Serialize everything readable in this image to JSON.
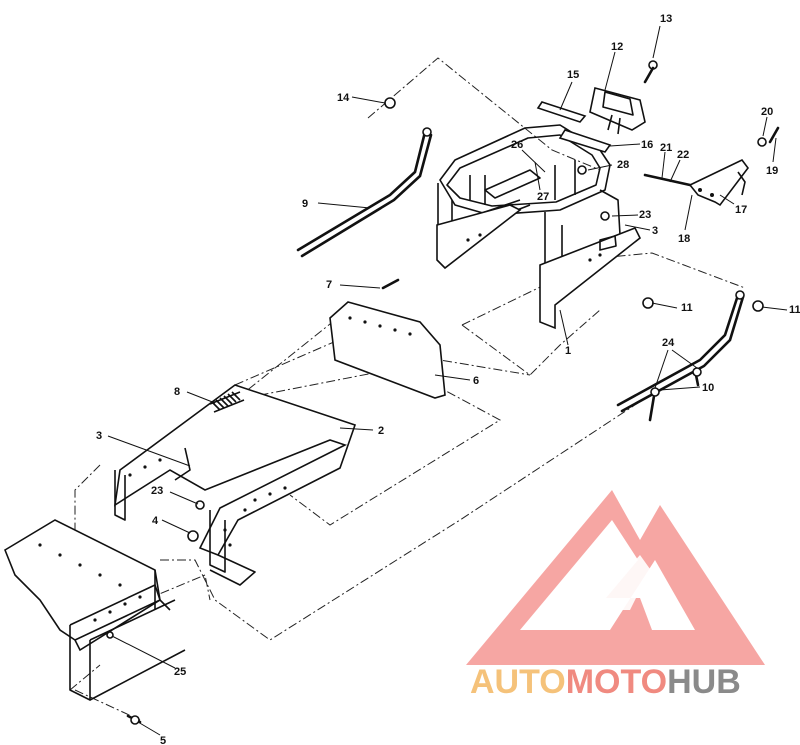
{
  "callouts": [
    "13",
    "12",
    "15",
    "14",
    "16",
    "26",
    "28",
    "21",
    "22",
    "20",
    "19",
    "17",
    "18",
    "27",
    "9",
    "23",
    "3",
    "7",
    "11",
    "1",
    "6",
    "8",
    "24",
    "10",
    "2",
    "5",
    "4",
    "25"
  ],
  "watermark": {
    "part1": "AUTO",
    "part2": "MOTO",
    "part3": "HUB",
    "color_auto": "#f5c27a",
    "color_moto": "#f08a80",
    "color_hub": "#8a8a8a",
    "logo_color": "#f37d78"
  }
}
